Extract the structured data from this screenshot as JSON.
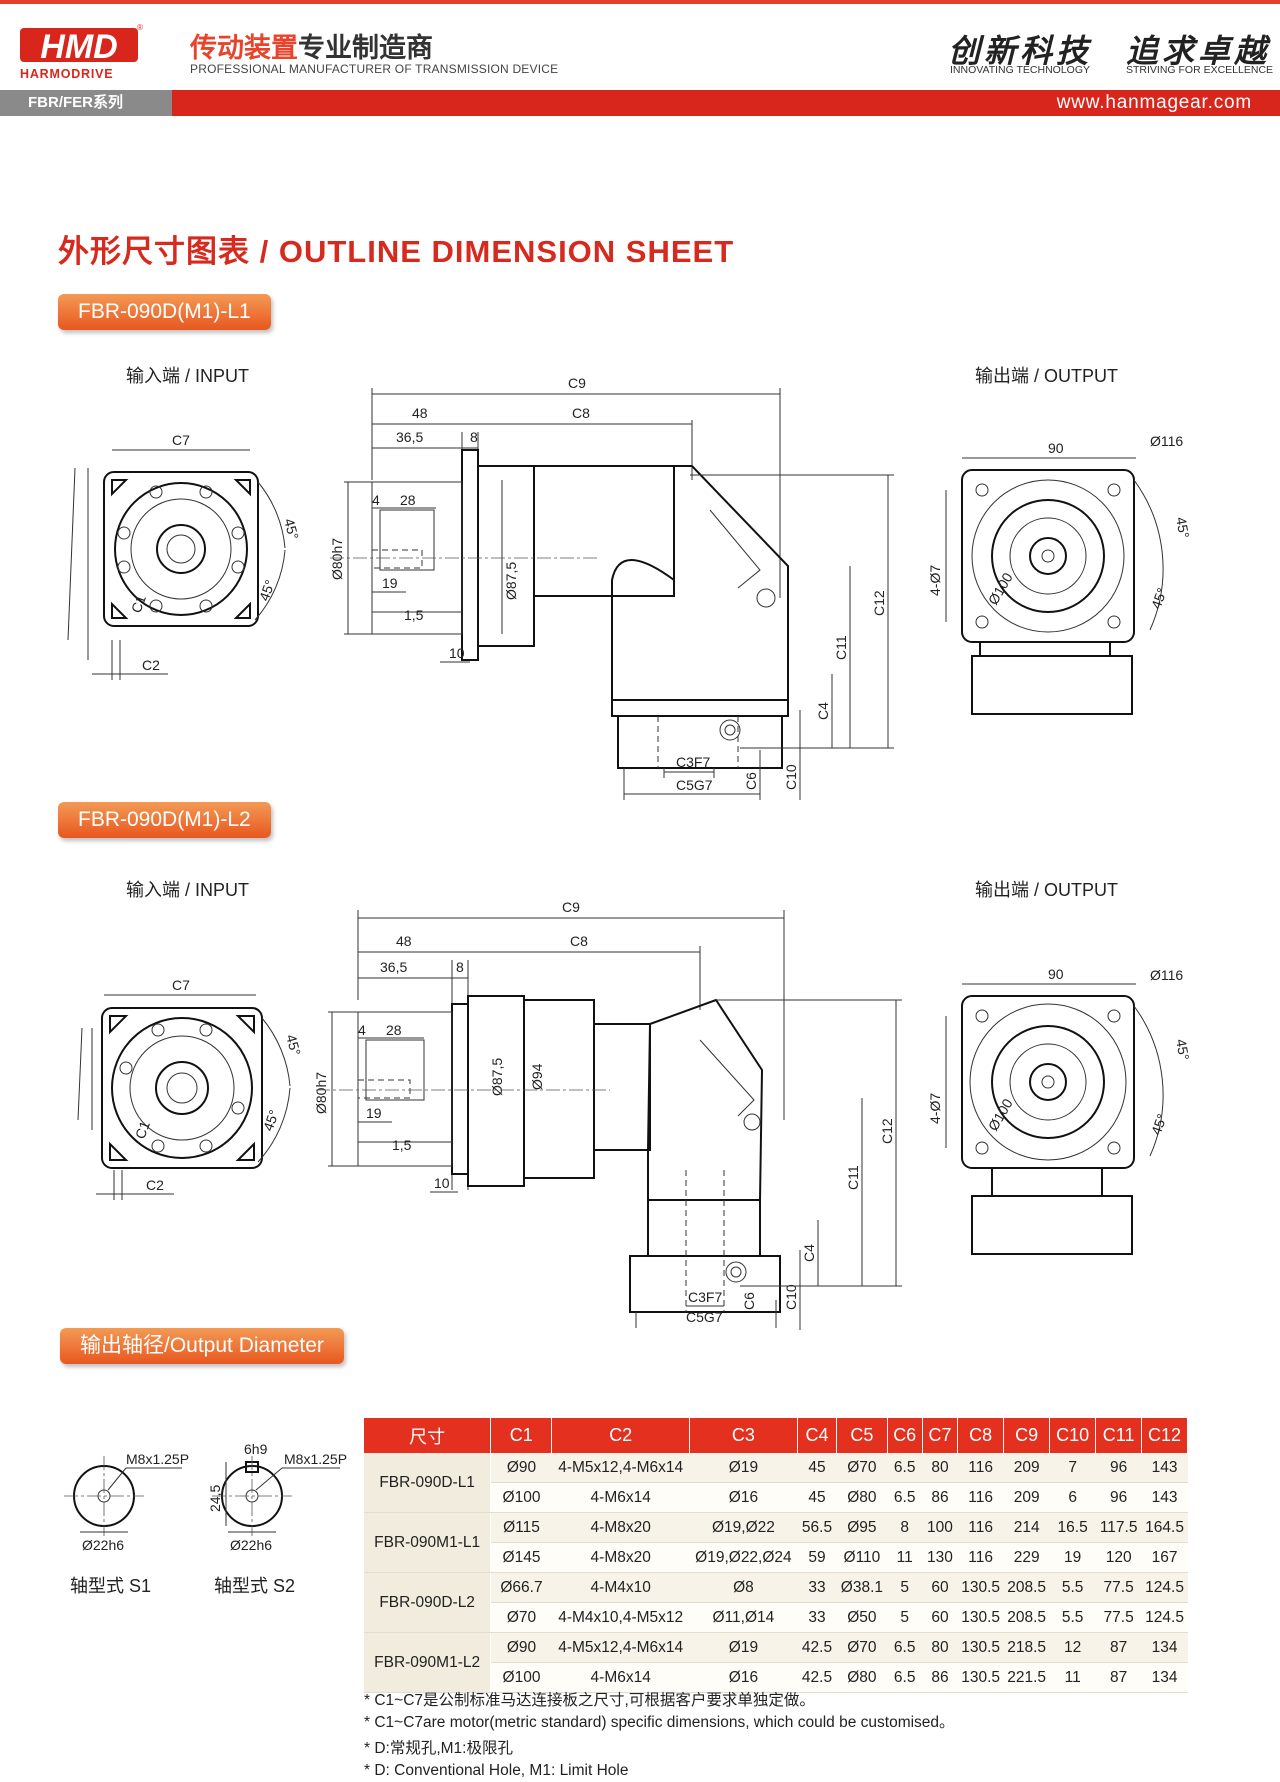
{
  "header": {
    "logo_text": "HMD",
    "logo_sub": "HARMODRIVE",
    "brand_cn_red": "传动装置",
    "brand_cn_dark": "专业制造商",
    "brand_en": "PROFESSIONAL MANUFACTURER OF TRANSMISSION DEVICE",
    "slogan1": "创新科技",
    "slogan1_en": "INNOVATING TECHNOLOGY",
    "slogan2": "追求卓越",
    "slogan2_en": "STRIVING FOR EXCELLENCE",
    "series": "FBR/FER系列",
    "website": "www.hanmagear.com"
  },
  "sheet_title": "外形尺寸图表 / OUTLINE DIMENSION SHEET",
  "sections": [
    {
      "model": "FBR-090D(M1)-L1",
      "input_label": "输入端 / INPUT",
      "output_label": "输出端 / OUTPUT"
    },
    {
      "model": "FBR-090D(M1)-L2",
      "input_label": "输入端 / INPUT",
      "output_label": "输出端 / OUTPUT"
    }
  ],
  "dims": {
    "c7": "C7",
    "c1": "C1",
    "c2": "C2",
    "a45": "45°",
    "a45b": "45°",
    "c9": "C9",
    "c8": "C8",
    "d48": "48",
    "d36": "36,5",
    "d8": "8",
    "d4": "4",
    "d28": "28",
    "d19": "19",
    "d15": "1,5",
    "d10": "10",
    "d80": "Ø80h7",
    "d875": "Ø87,5",
    "d94": "Ø94",
    "c11": "C11",
    "c12": "C12",
    "c4": "C4",
    "c3": "C3F7",
    "c5": "C5G7",
    "c6": "C6",
    "c10": "C10",
    "o90": "90",
    "o116": "Ø116",
    "o7": "4-Ø7",
    "o100": "Ø100"
  },
  "output_diameter": {
    "title": "输出轴径/Output Diameter",
    "s1_label": "轴型式 S1",
    "s2_label": "轴型式 S2",
    "thread": "M8x1.25P",
    "d22": "Ø22h6",
    "key6": "6h9",
    "h245": "24,5"
  },
  "table": {
    "headers": [
      "尺寸",
      "C1",
      "C2",
      "C3",
      "C4",
      "C5",
      "C6",
      "C7",
      "C8",
      "C9",
      "C10",
      "C11",
      "C12"
    ],
    "groups": [
      {
        "model": "FBR-090D-L1",
        "rows": [
          [
            "Ø90",
            "4-M5x12,4-M6x14",
            "Ø19",
            "45",
            "Ø70",
            "6.5",
            "80",
            "116",
            "209",
            "7",
            "96",
            "143"
          ],
          [
            "Ø100",
            "4-M6x14",
            "Ø16",
            "45",
            "Ø80",
            "6.5",
            "86",
            "116",
            "209",
            "6",
            "96",
            "143"
          ]
        ]
      },
      {
        "model": "FBR-090M1-L1",
        "rows": [
          [
            "Ø115",
            "4-M8x20",
            "Ø19,Ø22",
            "56.5",
            "Ø95",
            "8",
            "100",
            "116",
            "214",
            "16.5",
            "117.5",
            "164.5"
          ],
          [
            "Ø145",
            "4-M8x20",
            "Ø19,Ø22,Ø24",
            "59",
            "Ø110",
            "11",
            "130",
            "116",
            "229",
            "19",
            "120",
            "167"
          ]
        ]
      },
      {
        "model": "FBR-090D-L2",
        "rows": [
          [
            "Ø66.7",
            "4-M4x10",
            "Ø8",
            "33",
            "Ø38.1",
            "5",
            "60",
            "130.5",
            "208.5",
            "5.5",
            "77.5",
            "124.5"
          ],
          [
            "Ø70",
            "4-M4x10,4-M5x12",
            "Ø11,Ø14",
            "33",
            "Ø50",
            "5",
            "60",
            "130.5",
            "208.5",
            "5.5",
            "77.5",
            "124.5"
          ]
        ]
      },
      {
        "model": "FBR-090M1-L2",
        "rows": [
          [
            "Ø90",
            "4-M5x12,4-M6x14",
            "Ø19",
            "42.5",
            "Ø70",
            "6.5",
            "80",
            "130.5",
            "218.5",
            "12",
            "87",
            "134"
          ],
          [
            "Ø100",
            "4-M6x14",
            "Ø16",
            "42.5",
            "Ø80",
            "6.5",
            "86",
            "130.5",
            "221.5",
            "11",
            "87",
            "134"
          ]
        ]
      }
    ]
  },
  "notes": [
    "* C1~C7是公制标准马达连接板之尺寸,可根据客户要求单独定做。",
    "* C1~C7are motor(metric standard)  specific dimensions, which could be customised。",
    "* D:常规孔,M1:极限孔",
    "* D: Conventional Hole, M1: Limit Hole"
  ],
  "colors": {
    "accent_red": "#d9261c",
    "title_red": "#d62a1e",
    "orange": "#e8571f",
    "grey_bar": "#8a8a8a"
  }
}
